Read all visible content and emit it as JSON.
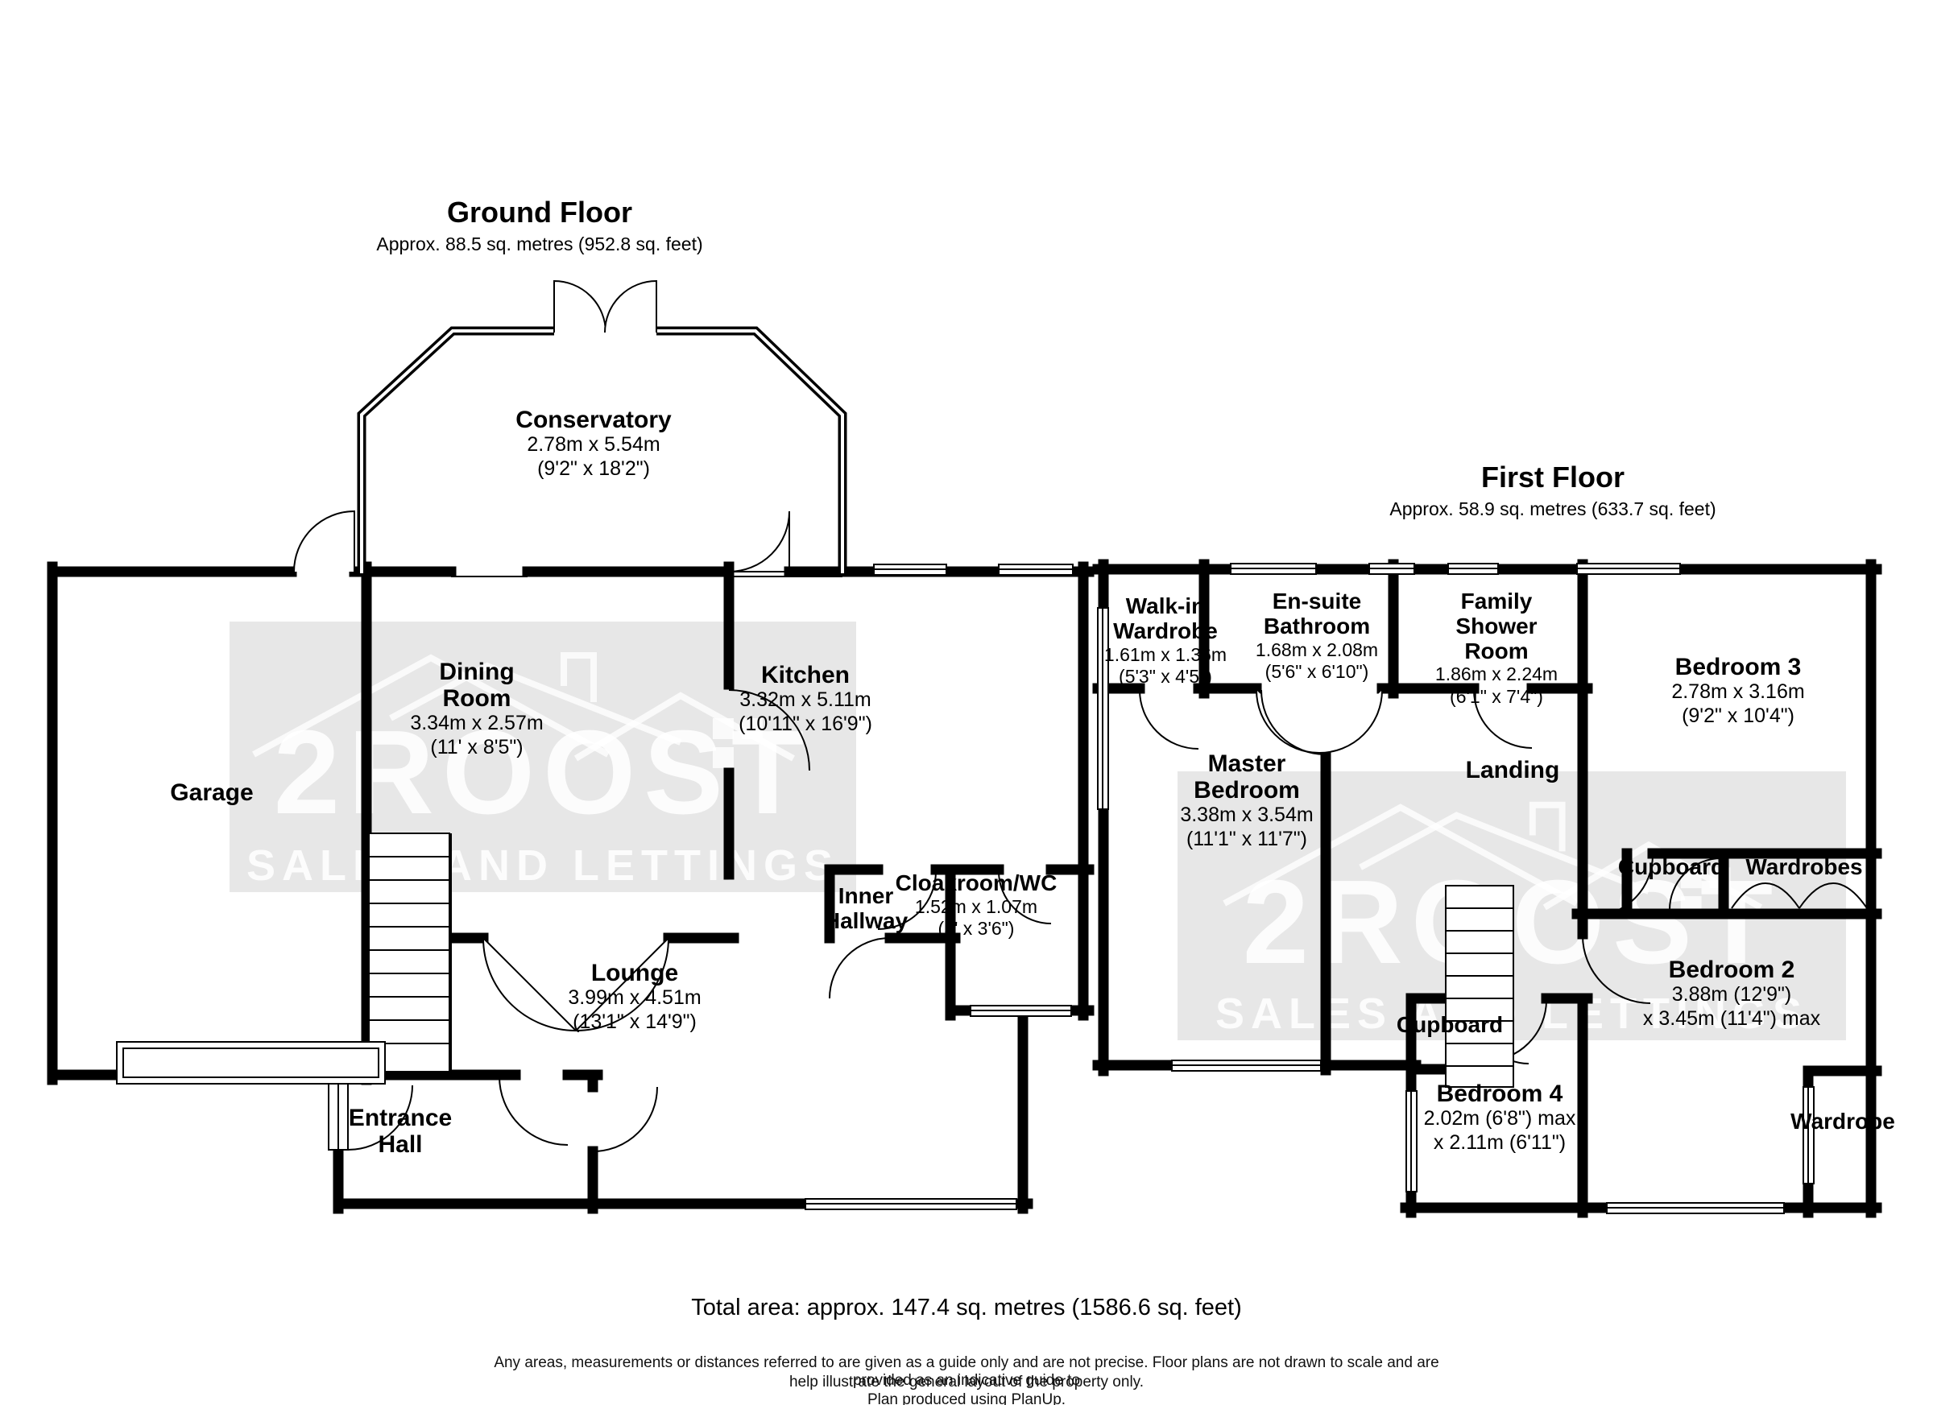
{
  "watermark": {
    "brand": "2ROOST",
    "tagline": "SALES AND LETTINGS"
  },
  "ground_floor": {
    "title": "Ground Floor",
    "subtitle": "Approx. 88.5 sq. metres (952.8 sq. feet)",
    "rooms": {
      "conservatory": {
        "name": "Conservatory",
        "size_m": "2.78m x 5.54m",
        "size_ft": "(9'2\" x 18'2\")"
      },
      "dining_room": {
        "name": "Dining\nRoom",
        "size_m": "3.34m x 2.57m",
        "size_ft": "(11' x 8'5\")"
      },
      "kitchen": {
        "name": "Kitchen",
        "size_m": "3.32m x 5.11m",
        "size_ft": "(10'11\" x 16'9\")"
      },
      "garage": {
        "name": "Garage"
      },
      "lounge": {
        "name": "Lounge",
        "size_m": "3.99m x 4.51m",
        "size_ft": "(13'1\" x 14'9\")"
      },
      "inner_hallway": {
        "name": "Inner\nHallway"
      },
      "cloakroom": {
        "name": "Cloakroom/WC",
        "size_m": "1.52m x 1.07m",
        "size_ft": "(5' x 3'6\")"
      },
      "entrance_hall": {
        "name": "Entrance\nHall"
      }
    }
  },
  "first_floor": {
    "title": "First Floor",
    "subtitle": "Approx. 58.9 sq. metres (633.7 sq. feet)",
    "rooms": {
      "walk_in_wardrobe": {
        "name": "Walk-in\nWardrobe",
        "size_m": "1.61m x 1.36m",
        "size_ft": "(5'3\" x 4'5\")"
      },
      "ensuite_bathroom": {
        "name": "En-suite\nBathroom",
        "size_m": "1.68m x 2.08m",
        "size_ft": "(5'6\" x 6'10\")"
      },
      "family_shower_room": {
        "name": "Family\nShower\nRoom",
        "size_m": "1.86m x 2.24m",
        "size_ft": "(6'1\" x 7'4\")"
      },
      "bedroom3": {
        "name": "Bedroom 3",
        "size_m": "2.78m x 3.16m",
        "size_ft": "(9'2\" x 10'4\")"
      },
      "master_bedroom": {
        "name": "Master\nBedroom",
        "size_m": "3.38m x 3.54m",
        "size_ft": "(11'1\" x 11'7\")"
      },
      "landing": {
        "name": "Landing"
      },
      "cupboard_upper": {
        "name": "Cupboard"
      },
      "wardrobes": {
        "name": "Wardrobes"
      },
      "bedroom2": {
        "name": "Bedroom 2",
        "size_m": "3.88m (12'9\")",
        "size_ft": "x 3.45m (11'4\") max"
      },
      "cupboard_lower": {
        "name": "Cupboard"
      },
      "bedroom4": {
        "name": "Bedroom 4",
        "size_m": "2.02m (6'8\") max",
        "size_ft": "x 2.11m (6'11\")"
      },
      "wardrobe": {
        "name": "Wardrobe"
      }
    }
  },
  "footer": {
    "total": "Total area: approx. 147.4 sq. metres (1586.6 sq. feet)",
    "disclaimer_line1": "Any areas, measurements or distances referred to are given as a guide only and are not precise. Floor plans are not drawn to scale and are provided as an indicative guide to",
    "disclaimer_line2": "help illustrate the general layout of the property only.",
    "credit": "Plan produced using PlanUp."
  },
  "colors": {
    "wall": "#000000",
    "watermark_bg": "#e7e7e7",
    "watermark_text": "#ffffff"
  }
}
